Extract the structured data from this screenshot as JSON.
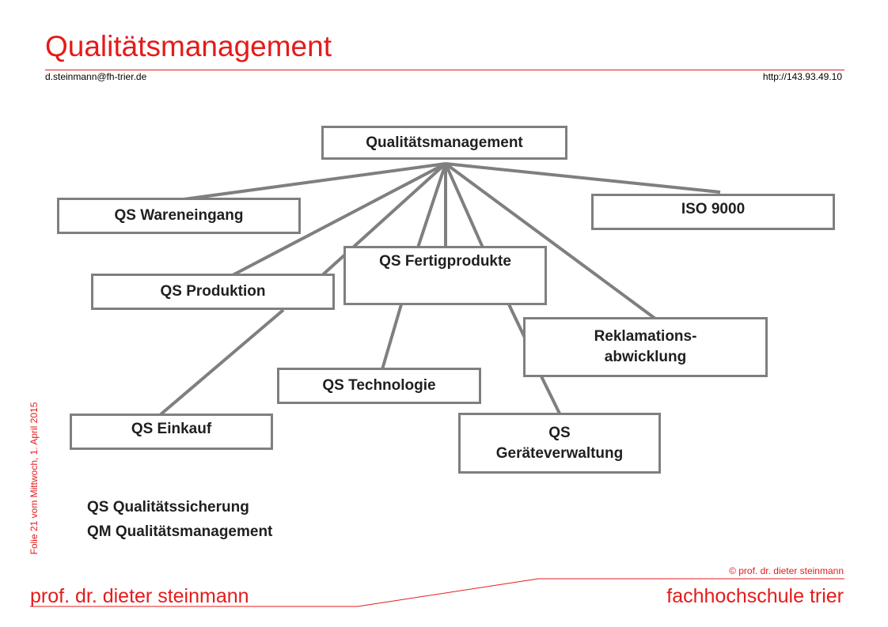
{
  "header": {
    "title": "Qualitätsmanagement",
    "email": "d.steinmann@fh-trier.de",
    "url": "http://143.93.49.10"
  },
  "side_label": "Folie 21 vom Mittwoch, 1. April 2015",
  "diagram": {
    "root": "Qualitätsmanagement",
    "nodes": {
      "wareneingang": "QS Wareneingang",
      "iso": "ISO 9000",
      "fertigprodukte": "QS Fertigprodukte",
      "produktion": "QS Produktion",
      "reklamation": "Reklamations-\nabwicklung",
      "technologie": "QS Technologie",
      "einkauf": "QS Einkauf",
      "geraete": "QS\nGeräteverwaltung"
    }
  },
  "legend": [
    "QS Qualitätssicherung",
    "QM Qualitätsmanagement"
  ],
  "footer": {
    "copyright": "© prof. dr. dieter steinmann",
    "left": "prof. dr. dieter steinmann",
    "right": "fachhochschule trier"
  },
  "colors": {
    "accent": "#e41b1b",
    "box_border": "#7f7f7f",
    "connector": "#7f7f7f"
  }
}
